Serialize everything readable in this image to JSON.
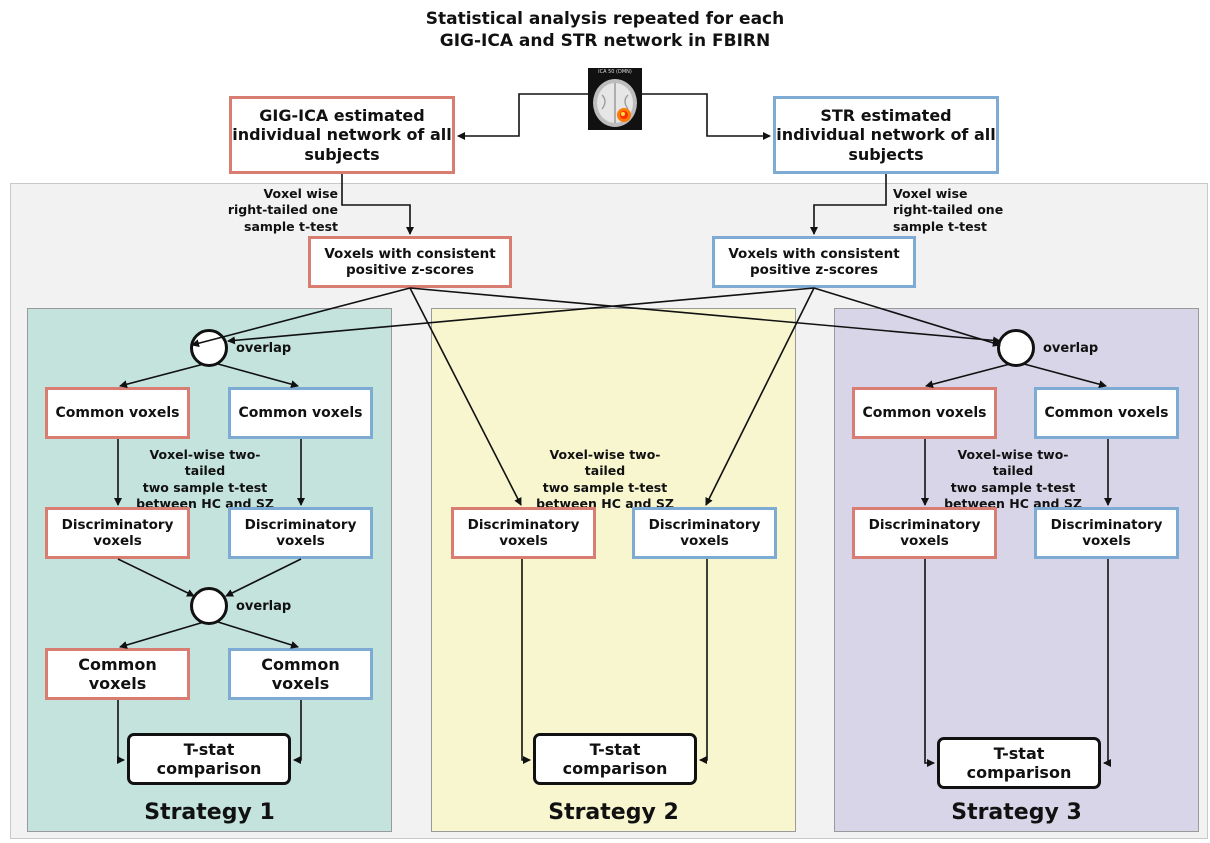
{
  "title_line1": "Statistical analysis repeated for each",
  "title_line2": "GIG-ICA and STR network in FBIRN",
  "brain_caption": "ICA 50 (DMN)",
  "gig_box": "GIG-ICA estimated individual network of all subjects",
  "str_box": "STR estimated individual network of all subjects",
  "ttest_note_line1": "Voxel wise",
  "ttest_note_line2": "right-tailed one",
  "ttest_note_line3": "sample t-test",
  "consistent_box": "Voxels with consistent positive z-scores",
  "overlap": "overlap",
  "common_voxels": "Common voxels",
  "two_sample_line1": "Voxel-wise two-tailed",
  "two_sample_line2": "two sample t-test",
  "two_sample_line3": "between HC and SZ",
  "discriminatory_voxels": "Discriminatory voxels",
  "tstat_comparison": "T-stat comparison",
  "strategies": [
    "Strategy 1",
    "Strategy 2",
    "Strategy 3"
  ],
  "colors": {
    "gig": "#d97c72",
    "str": "#7eabd3",
    "strategy1": "#c3e3dc",
    "strategy2": "#f8f6cf",
    "strategy3": "#d9d5e8"
  }
}
